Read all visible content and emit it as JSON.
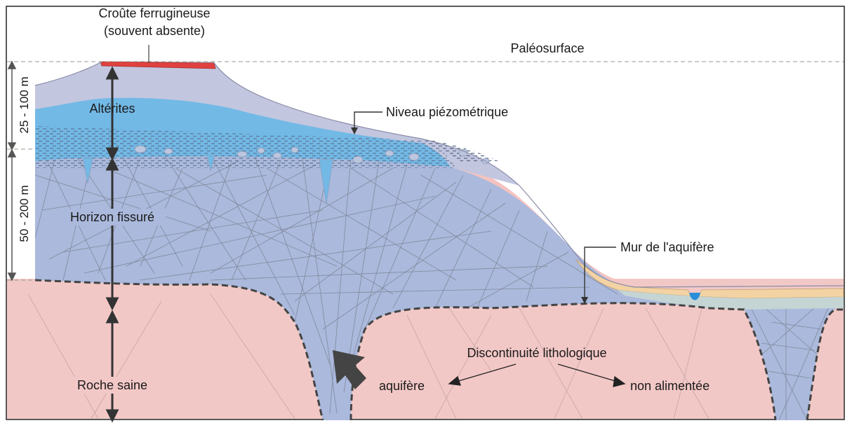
{
  "labels": {
    "crust_line1": "Croûte ferrugineuse",
    "crust_line2": "(souvent absente)",
    "paleosurface": "Paléosurface",
    "alterites": "Altérites",
    "piezometric": "Niveau piézométrique",
    "fissured": "Horizon fissuré",
    "aquifer_floor": "Mur de l'aquifère",
    "healthy_rock": "Roche saine",
    "discontinuity": "Discontinuité lithologique",
    "aquifer": "aquifère",
    "not_fed": "non alimentée"
  },
  "thickness": {
    "upper": "25 - 100 m",
    "lower": "50 - 200 m"
  },
  "colors": {
    "bedrock": "#f2c8c6",
    "fissured": "#aab9dc",
    "weathered": "#c3c6df",
    "water": "#72b9e6",
    "crust": "#e0413f",
    "pink_slope": "#f4c3c0",
    "sand": "#f3d3a4",
    "sediment": "#c4d5d4",
    "arrow": "#444444"
  }
}
